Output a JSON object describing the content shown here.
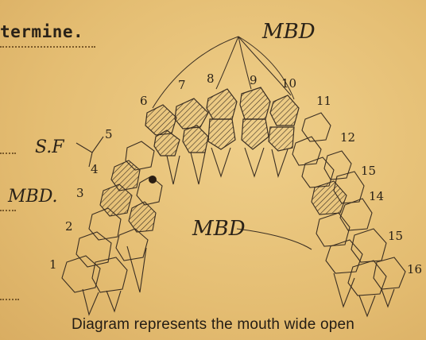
{
  "typed_fragment": "termine.",
  "caption": "Diagram represents the mouth wide open",
  "annotations": {
    "mbd_top": "MBD",
    "mbd_left": "MBD.",
    "mbd_center": "MBD",
    "sf": "S.F"
  },
  "tooth_numbers": [
    "1",
    "2",
    "3",
    "4",
    "5",
    "6",
    "7",
    "8",
    "9",
    "10",
    "11",
    "12",
    "15",
    "14",
    "15",
    "16"
  ],
  "colors": {
    "paper": "#e6c27a",
    "ink": "#2a2218",
    "pencil": "#3a2e22"
  }
}
